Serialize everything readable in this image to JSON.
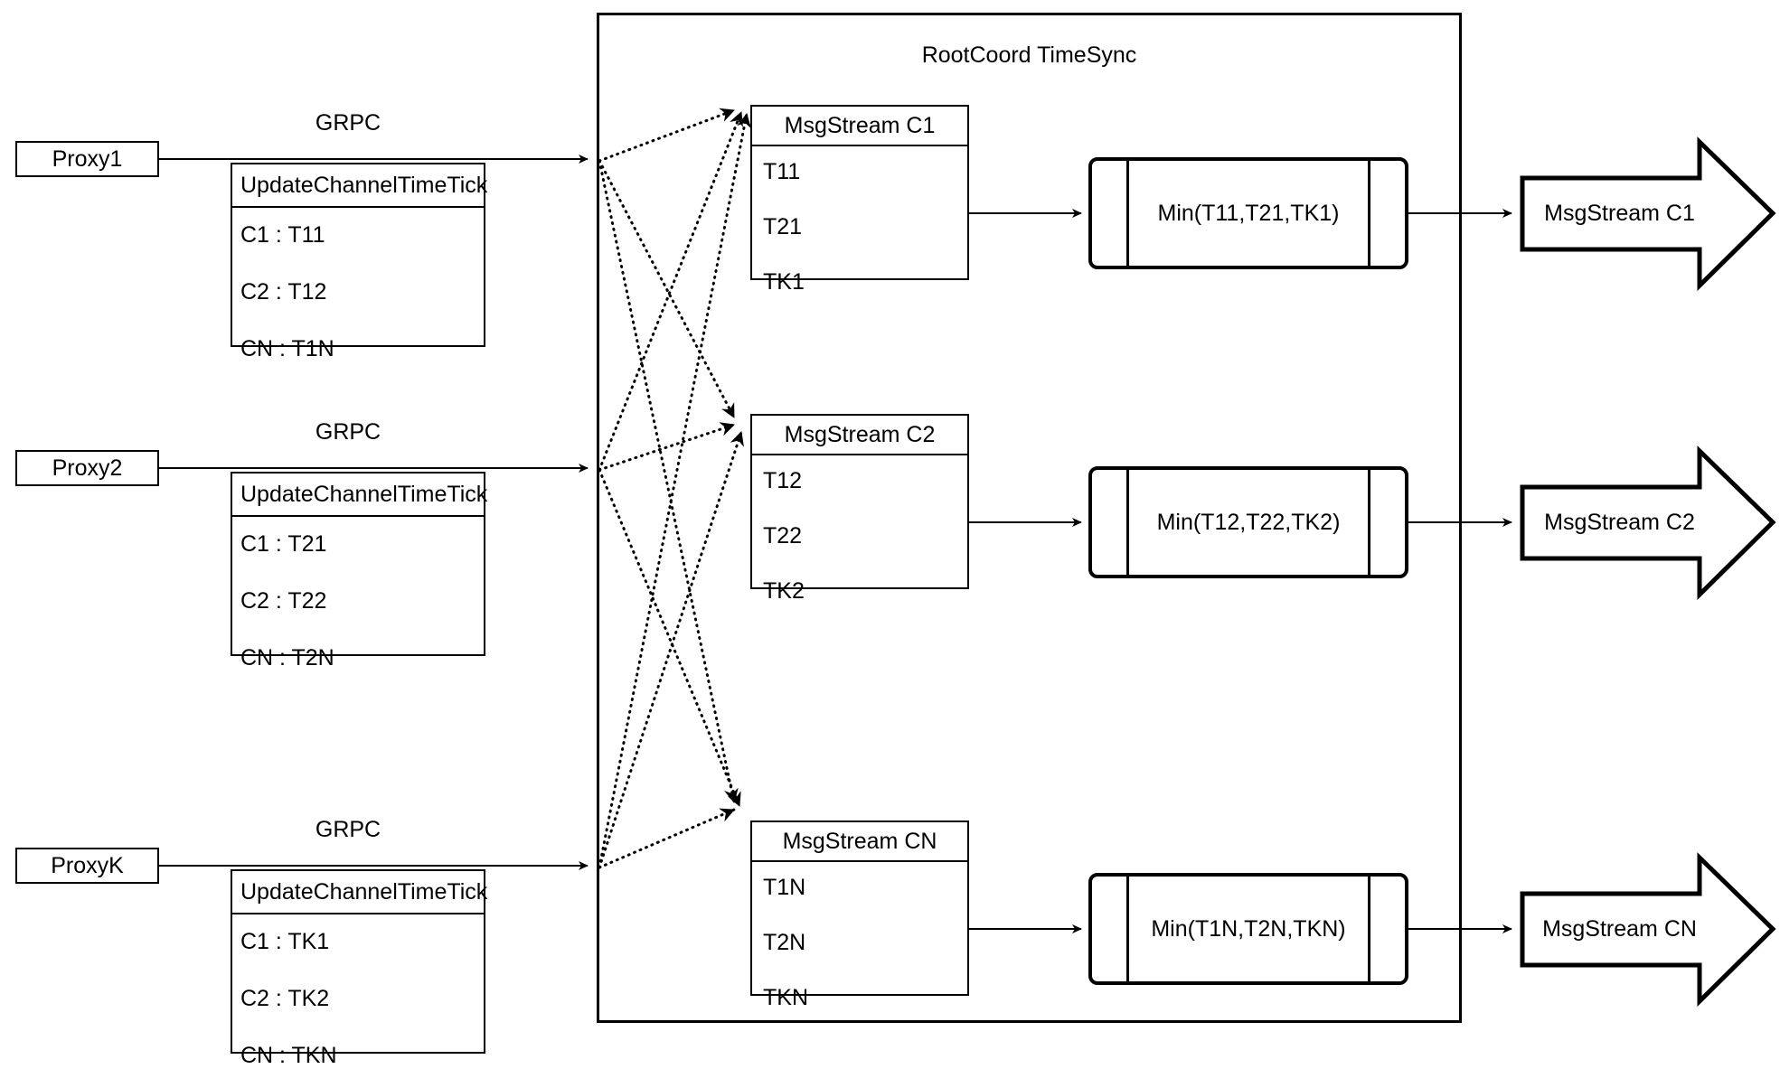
{
  "diagram": {
    "title": "RootCoord TimeSync",
    "container": {
      "label": "RootCoord TimeSync"
    },
    "proxies": [
      {
        "name": "Proxy1",
        "link_label": "GRPC",
        "request": {
          "title": "UpdateChannelTimeTick",
          "rows": [
            "C1 :  T11",
            "C2 :  T12",
            "CN : T1N"
          ]
        }
      },
      {
        "name": "Proxy2",
        "link_label": "GRPC",
        "request": {
          "title": "UpdateChannelTimeTick",
          "rows": [
            "C1 :  T21",
            "C2 :  T22",
            "CN : T2N"
          ]
        }
      },
      {
        "name": "ProxyK",
        "link_label": "GRPC",
        "request": {
          "title": "UpdateChannelTimeTick",
          "rows": [
            "C1 :  TK1",
            "C2 :  TK2",
            "CN : TKN"
          ]
        }
      }
    ],
    "channels": [
      {
        "stream": {
          "title": "MsgStream C1",
          "rows": [
            "T11",
            "T21",
            "TK1"
          ]
        },
        "min": {
          "label": "Min(T11,T21,TK1)"
        },
        "output": {
          "label": "MsgStream C1"
        }
      },
      {
        "stream": {
          "title": "MsgStream C2",
          "rows": [
            "T12",
            "T22",
            "TK2"
          ]
        },
        "min": {
          "label": "Min(T12,T22,TK2)"
        },
        "output": {
          "label": "MsgStream C2"
        }
      },
      {
        "stream": {
          "title": "MsgStream CN",
          "rows": [
            "T1N",
            "T2N",
            "TKN"
          ]
        },
        "min": {
          "label": "Min(T1N,T2N,TKN)"
        },
        "output": {
          "label": "MsgStream CN"
        }
      }
    ],
    "colors": {
      "stroke": "#000000",
      "background": "#ffffff"
    }
  }
}
